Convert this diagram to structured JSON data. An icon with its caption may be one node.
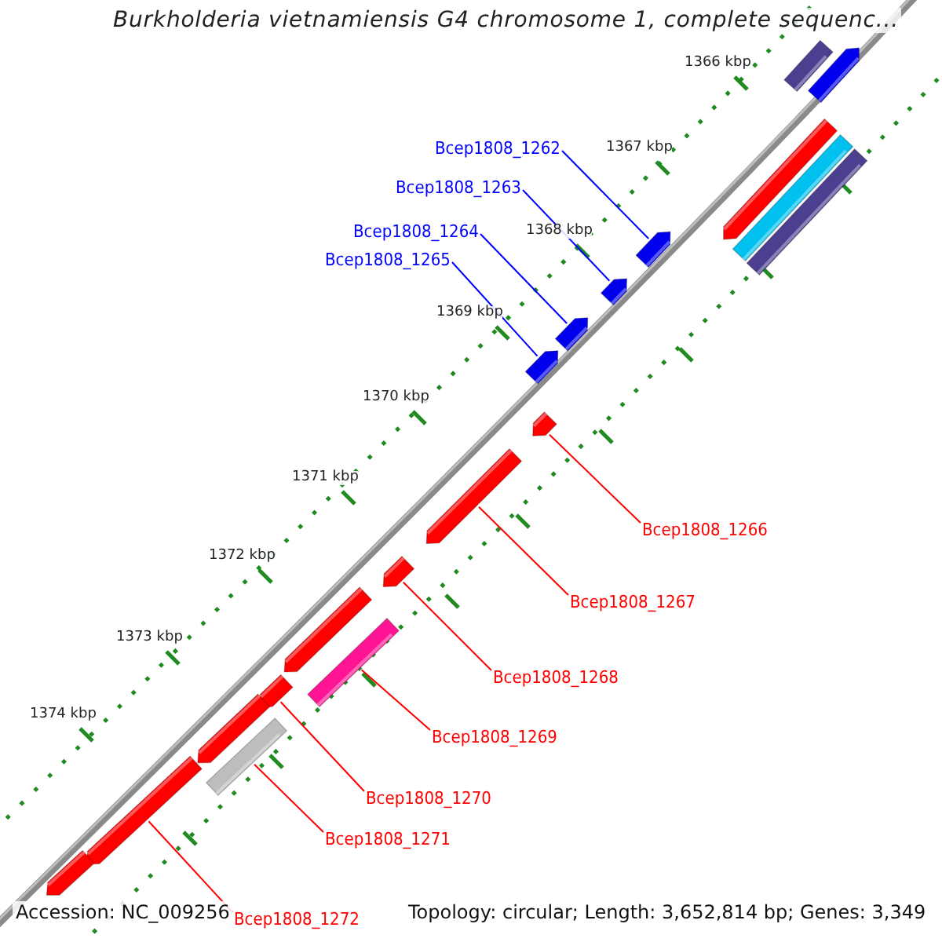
{
  "diagram": {
    "title": "Burkholderia vietnamiensis G4 chromosome 1, complete sequenc...",
    "nodes": [
      {
        "text": [
          "Bcep1808_1262"
        ]
      },
      {
        "text": [
          "Bcep1808_1263"
        ]
      },
      {
        "text": [
          "Bcep1808_1264"
        ]
      },
      {
        "text": [
          "Bcep1808_1265"
        ]
      },
      {
        "text": [
          "Bcep1808_1266"
        ]
      },
      {
        "text": [
          "Bcep1808_1267"
        ]
      },
      {
        "text": [
          "Bcep1808_1268"
        ]
      },
      {
        "text": [
          "Bcep1808_1269"
        ]
      },
      {
        "text": [
          "Bcep1808_1270"
        ]
      },
      {
        "text": [
          "Bcep1808_1271"
        ]
      },
      {
        "text": [
          "Bcep1808_1272"
        ]
      },
      {
        "text": [],
        "shape": "block"
      },
      {
        "text": [],
        "shape": "block"
      },
      {
        "text": [],
        "shape": "block"
      },
      {
        "text": [],
        "shape": "block"
      },
      {
        "text": [],
        "shape": "block"
      },
      {
        "text": [],
        "shape": "block"
      },
      {
        "text": [],
        "shape": "block"
      },
      {
        "text": [],
        "shape": "bar"
      },
      {
        "text": [],
        "shape": "block"
      },
      {
        "text": [],
        "shape": "bar"
      },
      {
        "text": [],
        "shape": "block"
      },
      {
        "text": [],
        "shape": "bar"
      },
      {
        "text": [],
        "shape": "block"
      },
      {
        "text": [],
        "shape": "block"
      },
      {
        "text": [],
        "shape": "bar"
      },
      {
        "text": [],
        "shape": "bar"
      },
      {
        "text": [],
        "shape": "block"
      },
      {
        "text": [],
        "shape": "block"
      },
      {
        "text": [],
        "shape": "block"
      }
    ],
    "edges": [
      {
        "from": 0,
        "to": 11,
        "arrow": "none",
        "color": "#0000ff"
      },
      {
        "from": 1,
        "to": 12,
        "arrow": "none",
        "color": "#0000ff"
      },
      {
        "from": 2,
        "to": 13,
        "arrow": "none",
        "color": "#0000ff"
      },
      {
        "from": 3,
        "to": 14,
        "arrow": "none",
        "color": "#0000ff"
      },
      {
        "from": 4,
        "to": 15,
        "arrow": "none"
      },
      {
        "from": 5,
        "to": 16,
        "arrow": "none"
      },
      {
        "from": 6,
        "to": 17,
        "arrow": "none"
      },
      {
        "from": 7,
        "to": 18,
        "arrow": "none"
      },
      {
        "from": 8,
        "to": 19,
        "arrow": "none"
      },
      {
        "from": 9,
        "to": 20,
        "arrow": "none"
      },
      {
        "from": 10,
        "to": 21,
        "arrow": "none"
      }
    ],
    "labels": [
      "1366 kbp",
      "1367 kbp",
      "1368 kbp",
      "1369 kbp",
      "1370 kbp",
      "1371 kbp",
      "1372 kbp",
      "1373 kbp",
      "1374 kbp",
      "Accession: NC_009256",
      "Topology: circular; Length: 3,652,814 bp; Genes: 3,349"
    ]
  }
}
